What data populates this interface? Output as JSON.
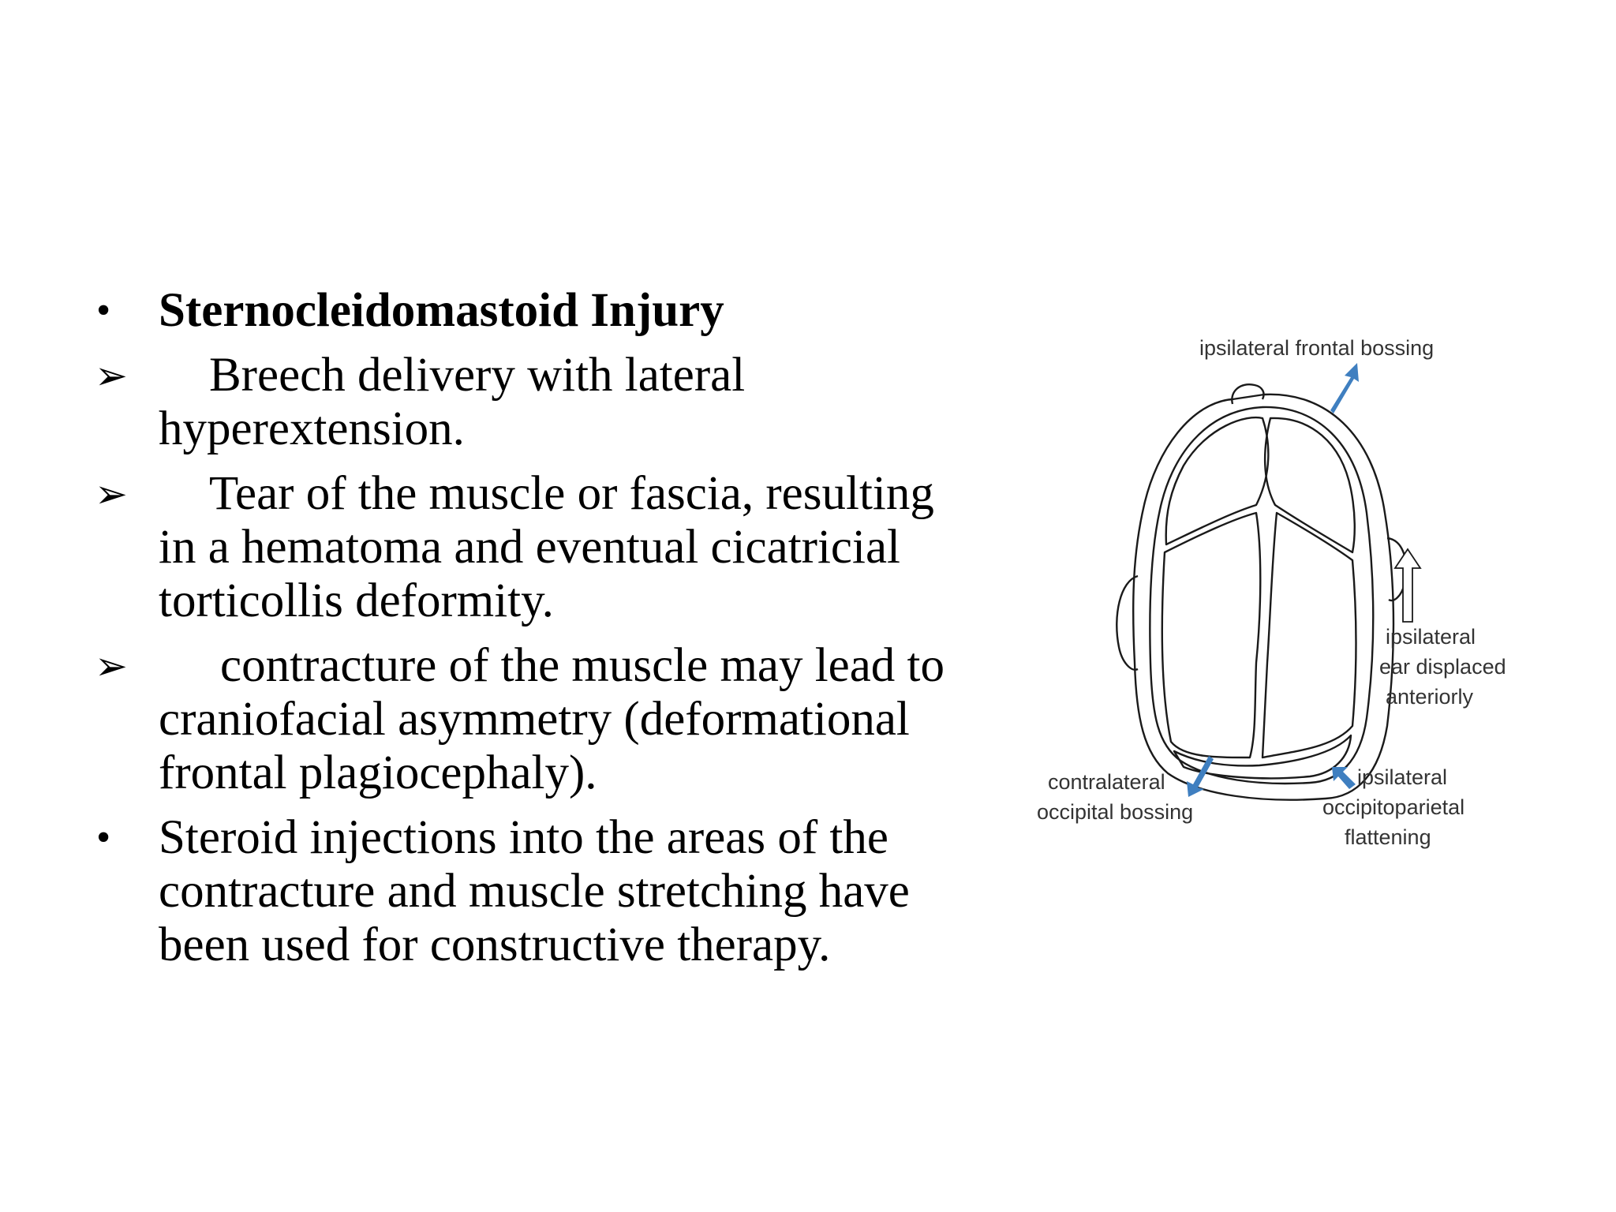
{
  "bullets": [
    {
      "marker": "•",
      "text": "Sternocleidomastoid Injury",
      "bold": true
    },
    {
      "marker": "➢",
      "text": "Breech delivery with lateral hyperextension."
    },
    {
      "marker": "➢",
      "text": "Tear of the muscle or fascia, resulting in a hematoma and eventual cicatricial torticollis deformity."
    },
    {
      "marker": "➢",
      "text": "contracture of the muscle may lead to craniofacial asymmetry (deformational frontal plagiocephaly)."
    },
    {
      "marker": "•",
      "text": "Steroid injections into the areas of the contracture and muscle stretching have been used for constructive therapy."
    }
  ],
  "figure": {
    "labels": {
      "frontal_bossing": "ipsilateral frontal bossing",
      "ear_line1": "ipsilateral",
      "ear_line2": "ear displaced",
      "ear_line3": "anteriorly",
      "occ_bossing_line1": "contralateral",
      "occ_bossing_line2": "occipital bossing",
      "flattening_line1": "ipsilateral",
      "flattening_line2": "occipitoparietal",
      "flattening_line3": "flattening"
    },
    "arrow_color": "#3f7fc0",
    "outline_color": "#1a1a1a"
  }
}
